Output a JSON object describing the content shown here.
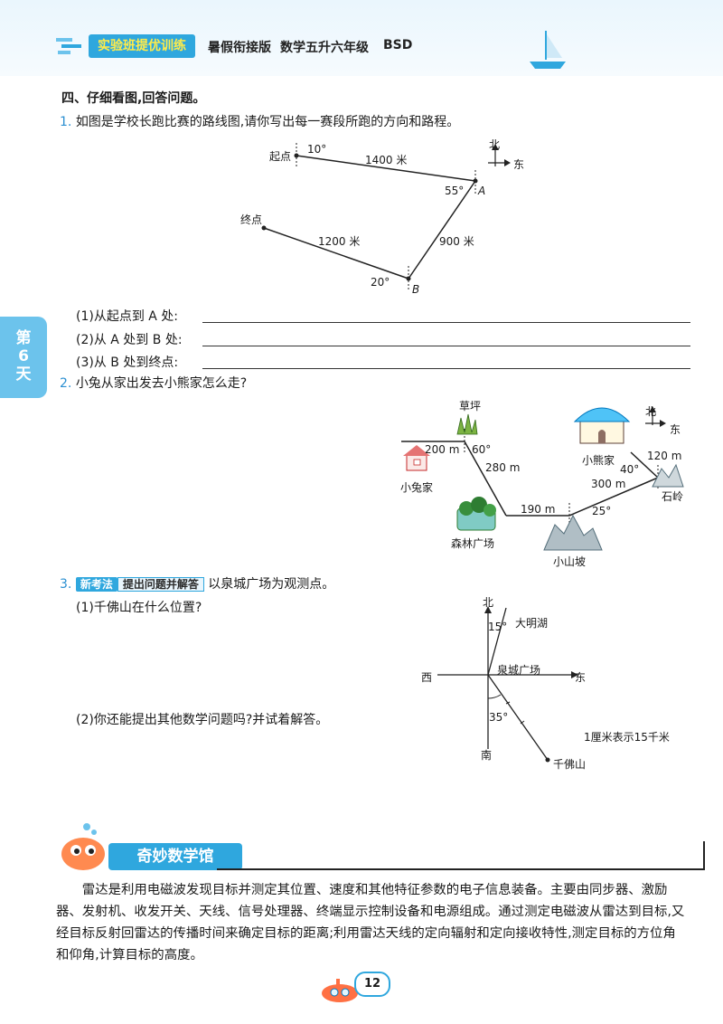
{
  "header": {
    "series_title": "实验班提优训练",
    "edition": "暑假衔接版",
    "subject_grade": "数学五升六年级",
    "version": "BSD"
  },
  "side_tab": {
    "chars": [
      "第",
      "6",
      "天"
    ]
  },
  "section": {
    "title": "四、仔细看图,回答问题。"
  },
  "q1": {
    "number": "1.",
    "prompt": "如图是学校长跑比赛的路线图,请你写出每一赛段所跑的方向和路程。",
    "diagram": {
      "start": "起点",
      "point_a": "A",
      "point_b": "B",
      "end": "终点",
      "north": "北",
      "east": "东",
      "dist_start_a": "1400 米",
      "dist_a_b": "900 米",
      "dist_b_end": "1200 米",
      "angle_start": "10°",
      "angle_a": "55°",
      "angle_b": "20°"
    },
    "sub1": "(1)从起点到 A 处:",
    "sub2": "(2)从 A 处到 B 处:",
    "sub3": "(3)从 B 处到终点:"
  },
  "q2": {
    "number": "2.",
    "prompt": "小兔从家出发去小熊家怎么走?",
    "diagram": {
      "grass": "草坪",
      "rabbit_home": "小兔家",
      "forest": "森林广场",
      "hill": "小山坡",
      "bear_home": "小熊家",
      "rock": "石岭",
      "north": "北",
      "east": "东",
      "d1": "200 m",
      "d2": "280 m",
      "d3": "190 m",
      "d4": "300 m",
      "d5": "120 m",
      "a1": "60°",
      "a2": "25°",
      "a3": "40°"
    }
  },
  "q3": {
    "number": "3.",
    "tag1": "新考法",
    "tag2": "提出问题并解答",
    "prompt": "以泉城广场为观测点。",
    "sub1": "(1)千佛山在什么位置?",
    "sub2": "(2)你还能提出其他数学问题吗?并试着解答。",
    "diagram": {
      "north": "北",
      "south": "南",
      "west": "西",
      "east": "东",
      "center": "泉城广场",
      "lake": "大明湖",
      "mountain": "千佛山",
      "angle_lake": "15°",
      "angle_mountain": "35°",
      "scale": "1厘米表示15千米"
    }
  },
  "wonder": {
    "title": "奇妙数学馆",
    "text": "雷达是利用电磁波发现目标并测定其位置、速度和其他特征参数的电子信息装备。主要由同步器、激励器、发射机、收发开关、天线、信号处理器、终端显示控制设备和电源组成。通过测定电磁波从雷达到目标,又经目标反射回雷达的传播时间来确定目标的距离;利用雷达天线的定向辐射和定向接收特性,测定目标的方位角和仰角,计算目标的高度。"
  },
  "page": {
    "number": "12"
  },
  "colors": {
    "accent": "#2fa7de",
    "tab": "#6cc3ec",
    "title_text": "#ffec4a"
  }
}
